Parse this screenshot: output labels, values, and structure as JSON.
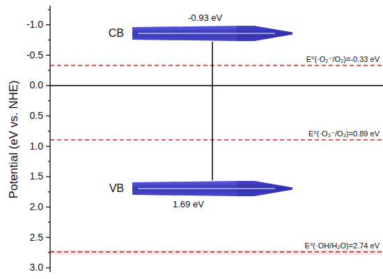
{
  "diagram": {
    "nodes": [
      {
        "text": [
          "CB",
          "-0.93 eV"
        ]
      },
      {
        "text": [
          "VB",
          "1.69 eV"
        ]
      }
    ],
    "edges": [
      {
        "from": 0,
        "to": 1,
        "arrow": "none"
      }
    ],
    "labels": [
      "-1.0",
      "-0.5",
      "0.0",
      "0.5",
      "1.0",
      "1.5",
      "2.0",
      "2.5",
      "3.0",
      "Potential (eV vs. NHE)",
      "E⁰(·O₂⁻/O₂)=-0.33 eV",
      "E⁰(·O₃⁻/O₃)=0.89 eV",
      "E⁰(·OH/H₂O)=2.74 eV"
    ]
  }
}
